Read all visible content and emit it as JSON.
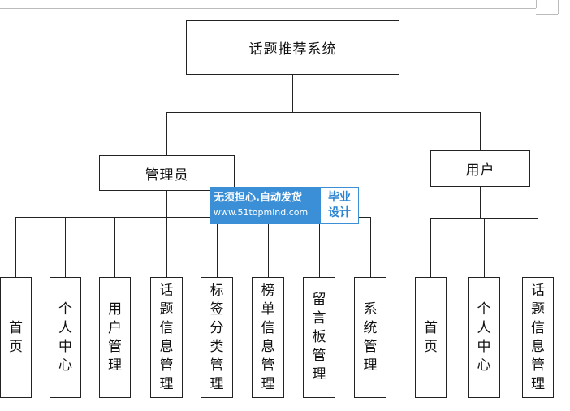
{
  "root": {
    "label": "话题推荐系统"
  },
  "admin": {
    "label": "管理员",
    "children": [
      "首页",
      "个人中心",
      "用户管理",
      "话题信息管理",
      "标签分类管理",
      "榜单信息管理",
      "留言板管理",
      "系统管理"
    ]
  },
  "user": {
    "label": "用户",
    "children": [
      "首页",
      "个人中心",
      "话题信息管理"
    ]
  },
  "watermark": {
    "line1": "无须担心.自动发货",
    "line2": "www.51topmind.com",
    "badge": "毕业设计"
  },
  "colors": {
    "line": "#222222",
    "watermark_blue": "#3b8fd6"
  }
}
